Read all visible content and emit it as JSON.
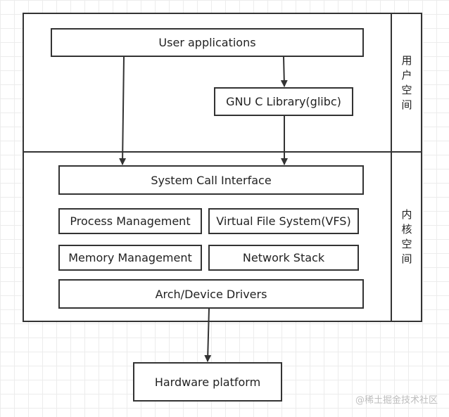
{
  "user_space": {
    "label_chars": [
      "用",
      "户",
      "空",
      "间"
    ],
    "user_apps": "User applications",
    "glibc": "GNU C Library(glibc)"
  },
  "kernel_space": {
    "label_chars": [
      "内",
      "核",
      "空",
      "间"
    ],
    "syscall": "System Call Interface",
    "process_mgmt": "Process Management",
    "vfs": "Virtual File System(VFS)",
    "memory_mgmt": "Memory Management",
    "network_stack": "Network Stack",
    "drivers": "Arch/Device Drivers"
  },
  "hardware": "Hardware platform",
  "watermark": "@稀土掘金技术社区",
  "colors": {
    "stroke": "#333333",
    "grid": "#ececec",
    "watermark": "#bdbdbd"
  }
}
